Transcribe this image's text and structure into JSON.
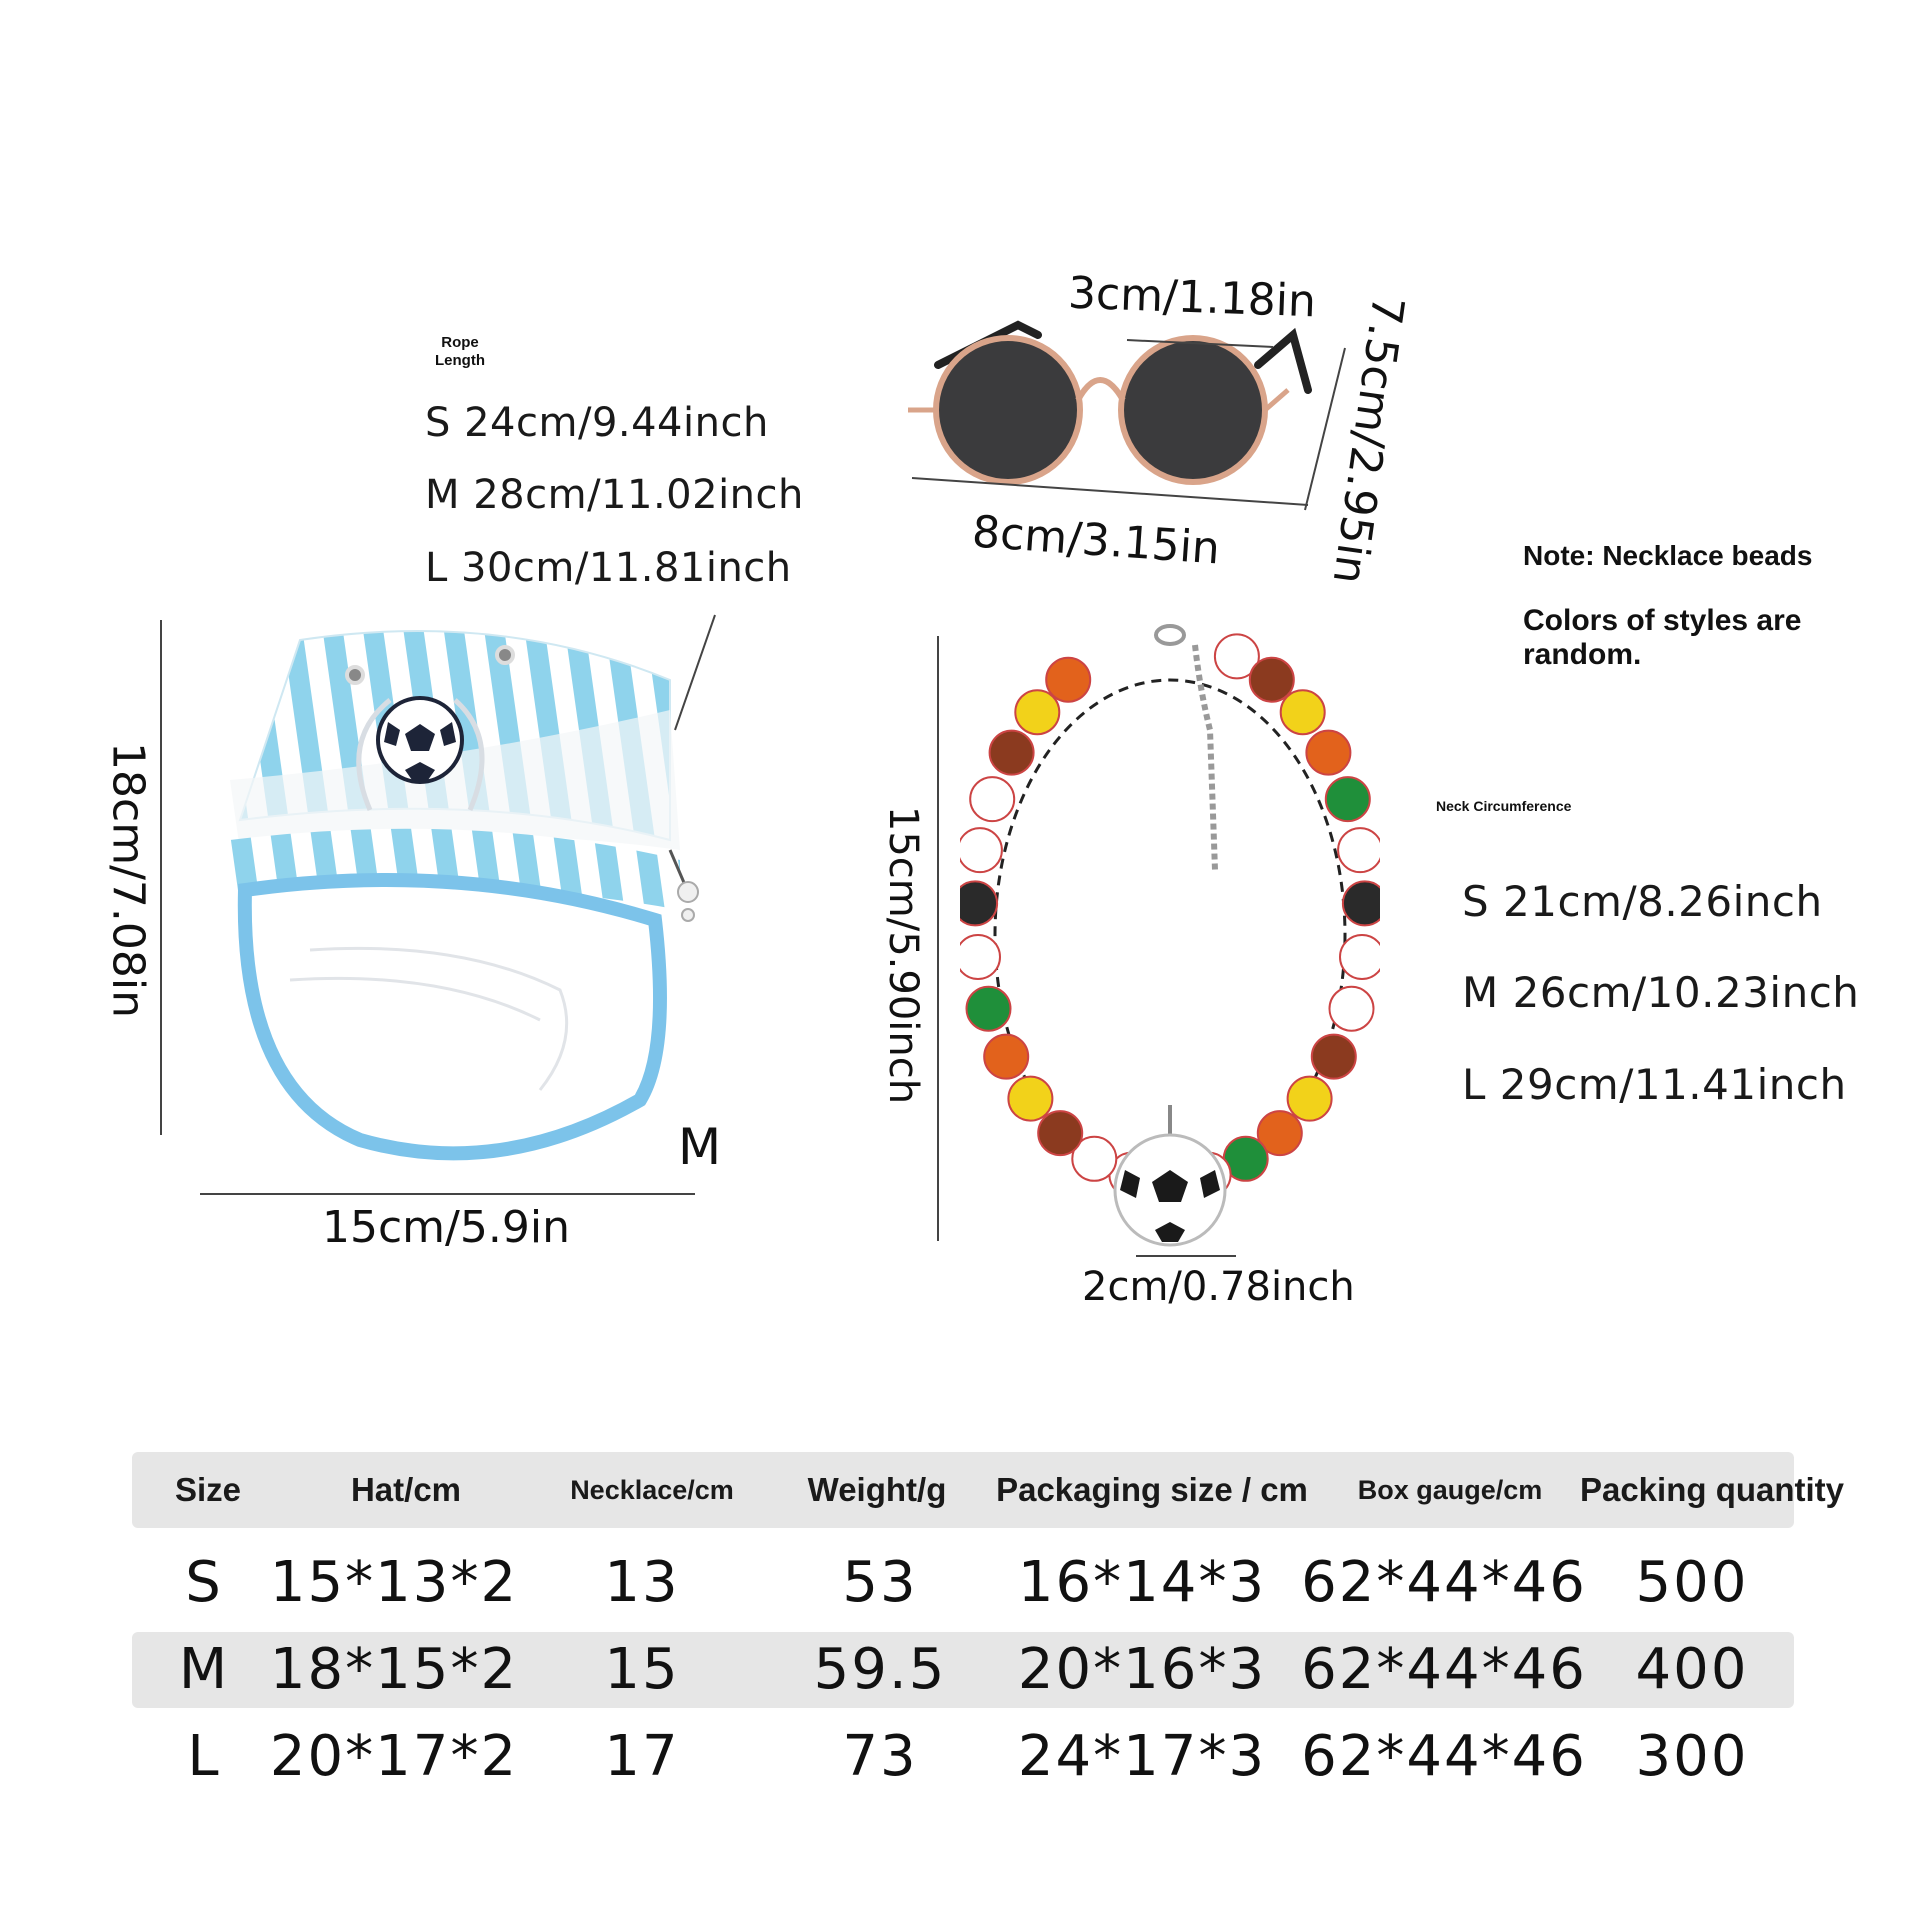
{
  "rope_length": {
    "title": "Rope\nLength",
    "sizes": [
      "S  24cm/9.44inch",
      "M 28cm/11.02inch",
      "L  30cm/11.81inch"
    ]
  },
  "hat": {
    "height_label": "18cm/7.08in",
    "width_label": "15cm/5.9in",
    "size_marker": "M"
  },
  "glasses": {
    "lens_label": "3cm/1.18in",
    "width_label": "8cm/3.15in",
    "depth_label": "7.5cm/2.95in"
  },
  "note": {
    "line1": "Note: Necklace beads",
    "line2": "Colors of styles are random."
  },
  "necklace": {
    "height_label": "15cm/5.90inch",
    "pendant_label": "2cm/0.78inch",
    "neck_title": "Neck Circumference",
    "sizes": [
      "S  21cm/8.26inch",
      "M 26cm/10.23inch",
      "L  29cm/11.41inch"
    ]
  },
  "table": {
    "headers": [
      "Size",
      "Hat/cm",
      "Necklace/cm",
      "Weight/g",
      "Packaging size / cm",
      "Box gauge/cm",
      "Packing quantity"
    ],
    "rows": [
      [
        "S",
        "15*13*2",
        "13",
        "53",
        "16*14*3",
        "62*44*46",
        "500"
      ],
      [
        "M",
        "18*15*2",
        "15",
        "59.5",
        "20*16*3",
        "62*44*46",
        "400"
      ],
      [
        "L",
        "20*17*2",
        "17",
        "73",
        "24*17*3",
        "62*44*46",
        "300"
      ]
    ]
  },
  "colors": {
    "stripe_blue": "#8fd3ec",
    "brim_edge": "#7cc3ea",
    "row_shade": "#e6e6e6"
  }
}
